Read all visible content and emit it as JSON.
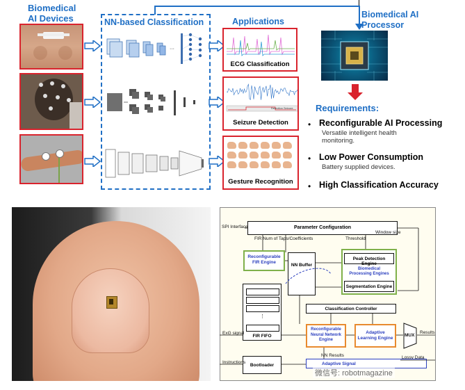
{
  "top": {
    "biomedical_ai_devices": "Biomedical AI Devices",
    "nn_classification": "NN-based Classification",
    "applications": "Applications",
    "processor": "Biomedical AI Processor",
    "app_ecg": "ECG Classification",
    "app_seizure": "Seizure Detection",
    "app_gesture": "Gesture Recognition",
    "seizure_inner_label": "Detection Seizure",
    "requirements_title": "Requirements:",
    "requirements": [
      {
        "title": "Reconfigurable AI Processing",
        "desc": "Versatile intelligent health monitoring."
      },
      {
        "title": "Low Power Consumption",
        "desc": "Battery supplied devices."
      },
      {
        "title": "High Classification Accuracy",
        "desc": ""
      }
    ],
    "colors": {
      "accent_blue": "#1f6fc5",
      "red": "#d9232d"
    }
  },
  "block_diagram": {
    "spi_interface": "SPI Interface",
    "parameter_configuration": "Parameter Configuration",
    "window_size": "Window size",
    "fir_num_taps": "FIR Num of Taps/Coefficients",
    "threshold": "Threshold",
    "reconfigurable_fir": "Reconfigurable FIR Engine",
    "nn_buffer": "NN Buffer",
    "peak_detection": "Peak Detection Engine",
    "biomedical_processing": "Biomedical Processing Engines",
    "segmentation": "Segmentation Engine",
    "classification_controller": "Classification Controller",
    "exg_signal": "ExG signal",
    "reconfigurable_nn": "Reconfigurable Neural Network Engine",
    "adaptive_learning": "Adaptive Learning Engine",
    "mux": "MUX",
    "results": "Results",
    "fir_fifo": "FIR FIFO",
    "nn_results": "NN Results",
    "lossy_data": "Lossy Data",
    "instructions": "Instructions",
    "bootloader": "Bootloader",
    "adaptive_signal": "Adaptive Signal"
  },
  "watermark": "微信号: robotmagazine"
}
